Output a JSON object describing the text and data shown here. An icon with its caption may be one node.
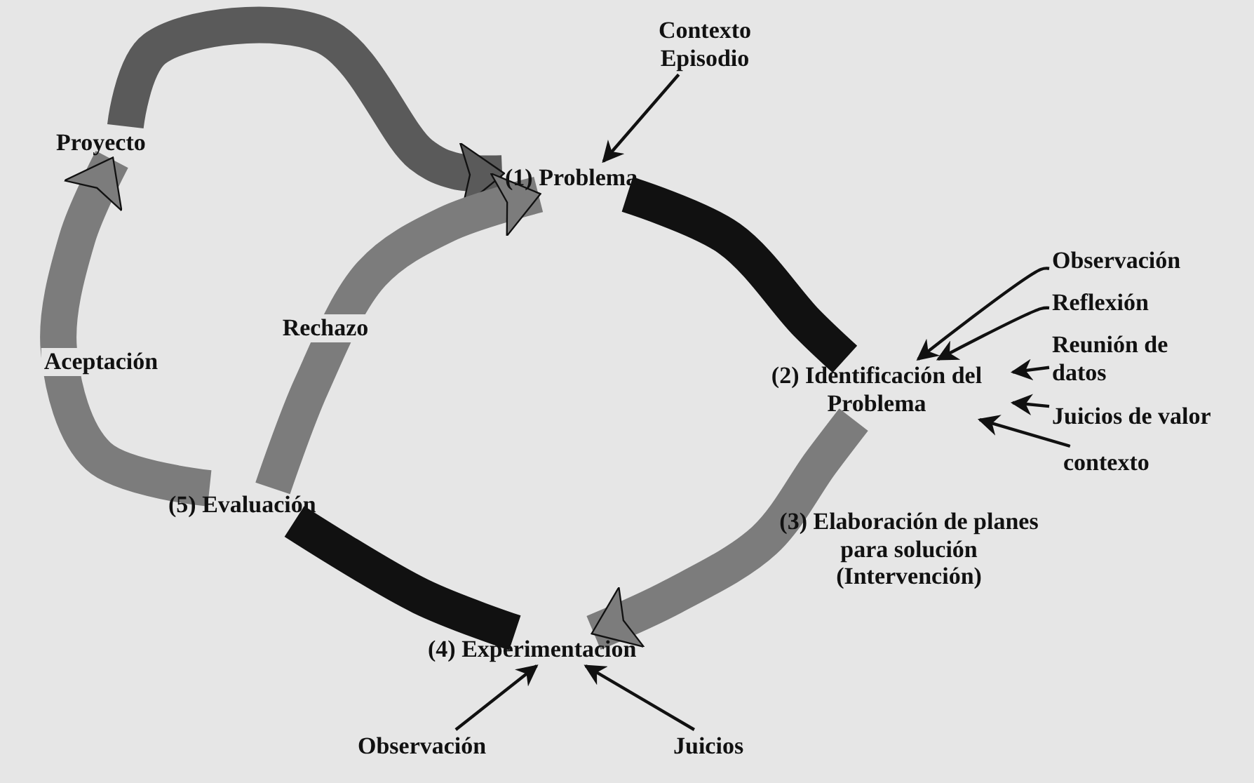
{
  "diagram": {
    "nodes": [
      {
        "text": [
          "Contexto Episodio"
        ]
      },
      {
        "text": [
          "Proyecto"
        ]
      },
      {
        "text": [
          "(1) Problema"
        ]
      },
      {
        "text": [
          "Observación"
        ]
      },
      {
        "text": [
          "Reflexión"
        ]
      },
      {
        "text": [
          "Reunión de datos"
        ]
      },
      {
        "text": [
          "(2) Identificación del Problema"
        ]
      },
      {
        "text": [
          "Juicios de valor"
        ]
      },
      {
        "text": [
          "contexto"
        ]
      },
      {
        "text": [
          "(5) Evaluación"
        ]
      },
      {
        "text": [
          "(3) Elaboración de planes para solución (Intervención)"
        ]
      },
      {
        "text": [
          "(4) Experimentacion"
        ]
      },
      {
        "text": [
          "Observación"
        ]
      },
      {
        "text": [
          "Juicios"
        ]
      }
    ],
    "edges": [
      {
        "from": 1,
        "to": 2,
        "arrow": "to",
        "style": "thick",
        "color": "#5a5a5a"
      },
      {
        "from": 2,
        "to": 6,
        "arrow": "none",
        "style": "thick"
      },
      {
        "from": 6,
        "to": 11,
        "arrow": "to",
        "style": "thick",
        "color": "#7c7c7c"
      },
      {
        "from": 11,
        "to": 9,
        "arrow": "none",
        "style": "thick"
      },
      {
        "from": 9,
        "to": 2,
        "arrow": "to",
        "style": "thick",
        "color": "#7c7c7c",
        "label": "Rechazo"
      },
      {
        "from": 9,
        "to": 1,
        "arrow": "to",
        "style": "thick",
        "color": "#7c7c7c",
        "label": "Aceptación"
      },
      {
        "from": 0,
        "to": 2,
        "arrow": "to"
      },
      {
        "from": 3,
        "to": 6,
        "arrow": "to"
      },
      {
        "from": 4,
        "to": 6,
        "arrow": "to"
      },
      {
        "from": 5,
        "to": 6,
        "arrow": "to"
      },
      {
        "from": 7,
        "to": 6,
        "arrow": "to"
      },
      {
        "from": 8,
        "to": 6,
        "arrow": "to"
      },
      {
        "from": 12,
        "to": 11,
        "arrow": "to"
      },
      {
        "from": 13,
        "to": 11,
        "arrow": "to"
      }
    ]
  }
}
